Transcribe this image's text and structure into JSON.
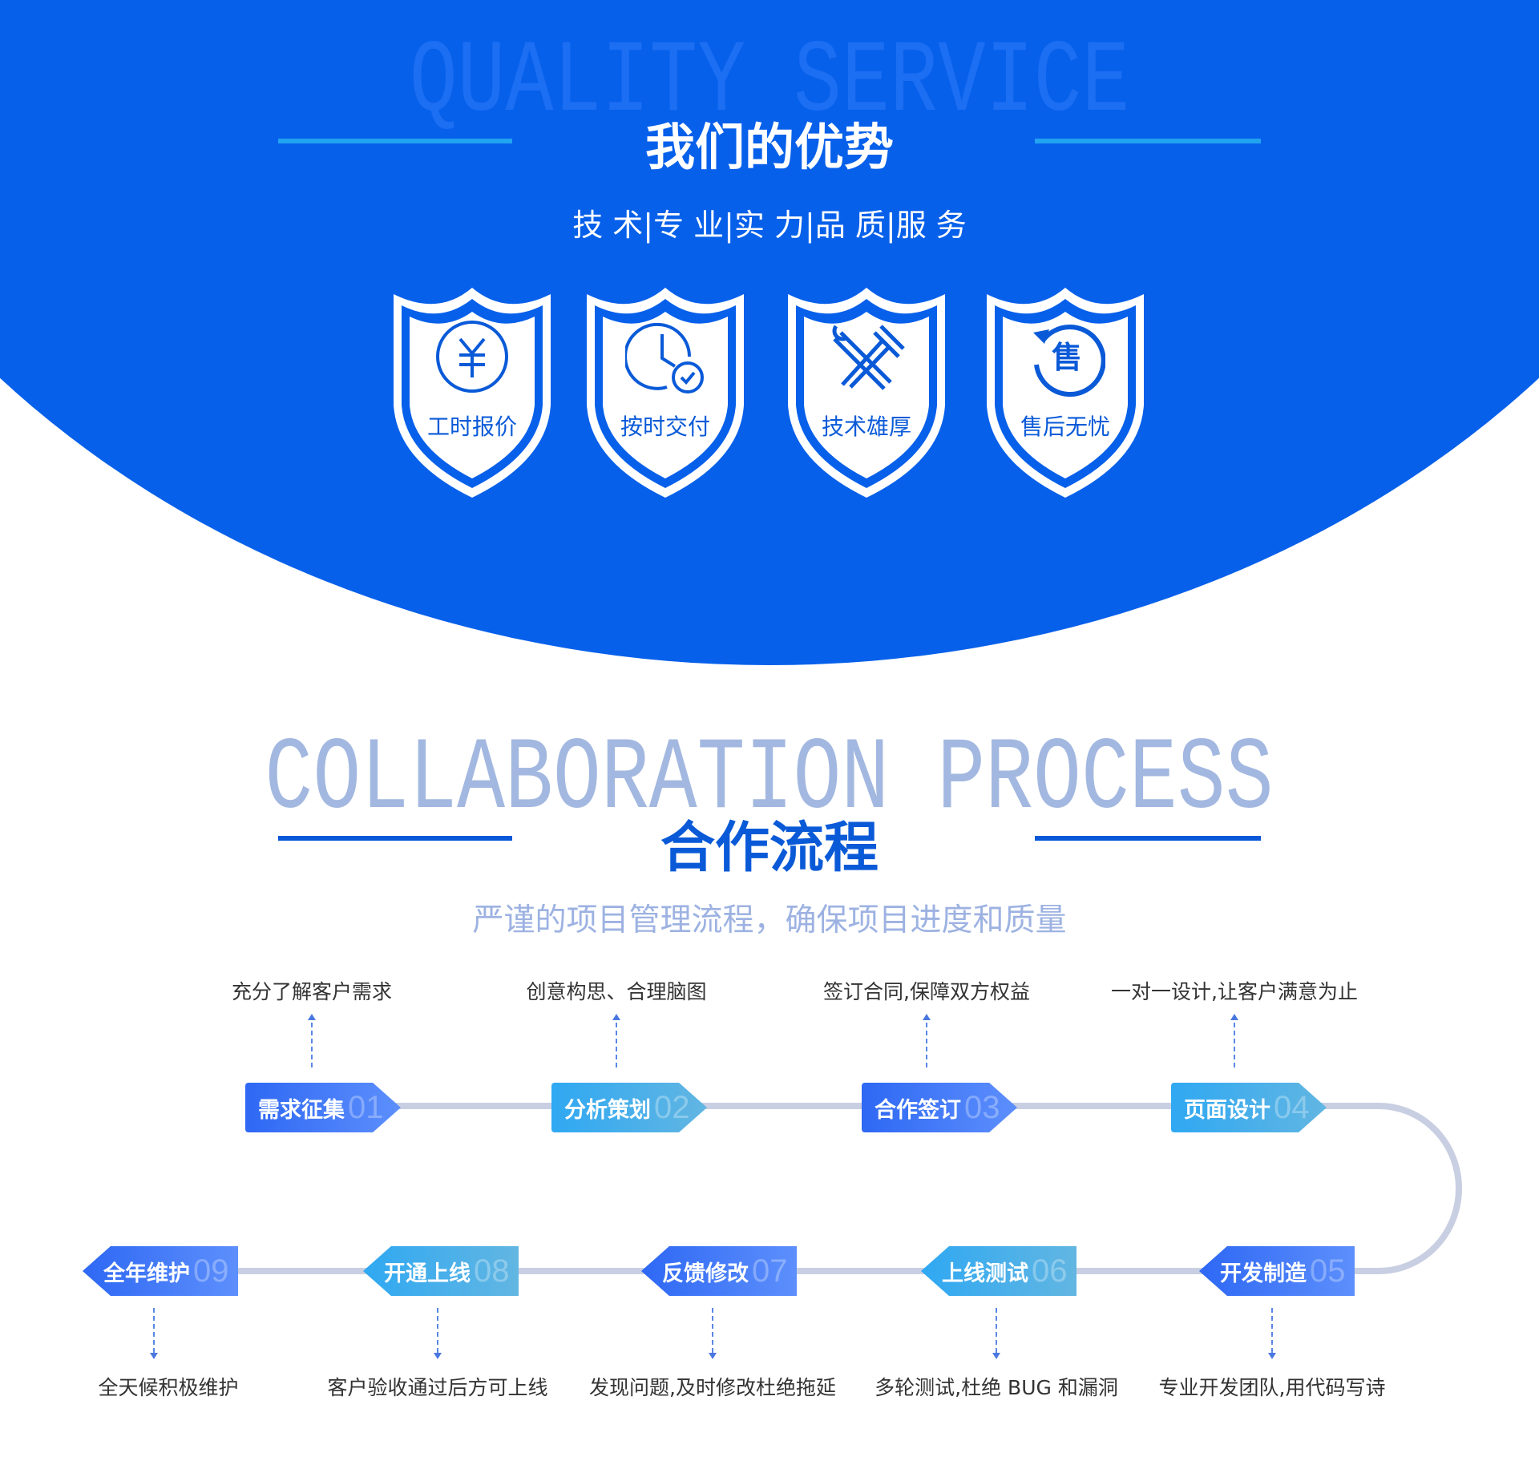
{
  "advantages": {
    "watermark": "QUALITY SERVICE",
    "title": "我们的优势",
    "subtitle": "技 术|专 业|实 力|品 质|服 务",
    "items": [
      {
        "label": "工时报价",
        "icon": "yuan-icon"
      },
      {
        "label": "按时交付",
        "icon": "clock-check-icon"
      },
      {
        "label": "技术雄厚",
        "icon": "tools-icon"
      },
      {
        "label": "售后无忧",
        "icon": "after-sales-icon",
        "icon_text": "售"
      }
    ]
  },
  "process": {
    "watermark": "COLLABORATION PROCESS",
    "title": "合作流程",
    "subtitle": "严谨的项目管理流程，确保项目进度和质量",
    "steps": [
      {
        "label": "需求征集",
        "num": "01",
        "desc": "充分了解客户需求"
      },
      {
        "label": "分析策划",
        "num": "02",
        "desc": "创意构思、合理脑图"
      },
      {
        "label": "合作签订",
        "num": "03",
        "desc": "签订合同,保障双方权益"
      },
      {
        "label": "页面设计",
        "num": "04",
        "desc": "一对一设计,让客户满意为止"
      },
      {
        "label": "开发制造",
        "num": "05",
        "desc": "专业开发团队,用代码写诗"
      },
      {
        "label": "上线测试",
        "num": "06",
        "desc": "多轮测试,杜绝 BUG 和漏洞"
      },
      {
        "label": "反馈修改",
        "num": "07",
        "desc": "发现问题,及时修改杜绝拖延"
      },
      {
        "label": "开通上线",
        "num": "08",
        "desc": "客户验收通过后方可上线"
      },
      {
        "label": "全年维护",
        "num": "09",
        "desc": "全天候积极维护"
      }
    ]
  },
  "colors": {
    "brand": "#0760ea",
    "dark_step": "#2e68f4",
    "light_step": "#2fa8f2"
  }
}
